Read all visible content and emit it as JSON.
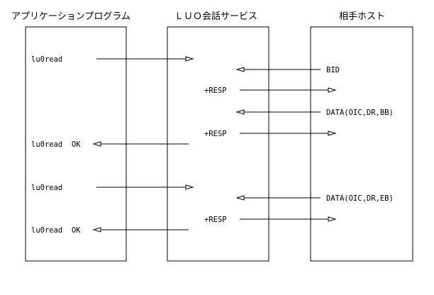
{
  "columns": {
    "app": {
      "title": "アプリケーションプログラム"
    },
    "luo": {
      "title": "ＬＵＯ会話サービス"
    },
    "host": {
      "title": "相手ホスト"
    }
  },
  "messages": [
    {
      "id": "m1",
      "label": "lu0read",
      "from": "app",
      "to": "luo"
    },
    {
      "id": "m2",
      "label": "BID",
      "from": "host",
      "to": "luo"
    },
    {
      "id": "m3",
      "label": "+RESP",
      "from": "luo",
      "to": "host"
    },
    {
      "id": "m4",
      "label": "DATA(OIC,DR,BB)",
      "from": "host",
      "to": "luo"
    },
    {
      "id": "m5",
      "label": "+RESP",
      "from": "luo",
      "to": "host"
    },
    {
      "id": "m6",
      "label": "lu0read  OK",
      "from": "luo",
      "to": "app"
    },
    {
      "id": "m7",
      "label": "lu0read",
      "from": "app",
      "to": "luo"
    },
    {
      "id": "m8",
      "label": "DATA(OIC,DR,EB)",
      "from": "host",
      "to": "luo"
    },
    {
      "id": "m9",
      "label": "+RESP",
      "from": "luo",
      "to": "host"
    },
    {
      "id": "m10",
      "label": "lu0read  OK",
      "from": "luo",
      "to": "app"
    }
  ]
}
